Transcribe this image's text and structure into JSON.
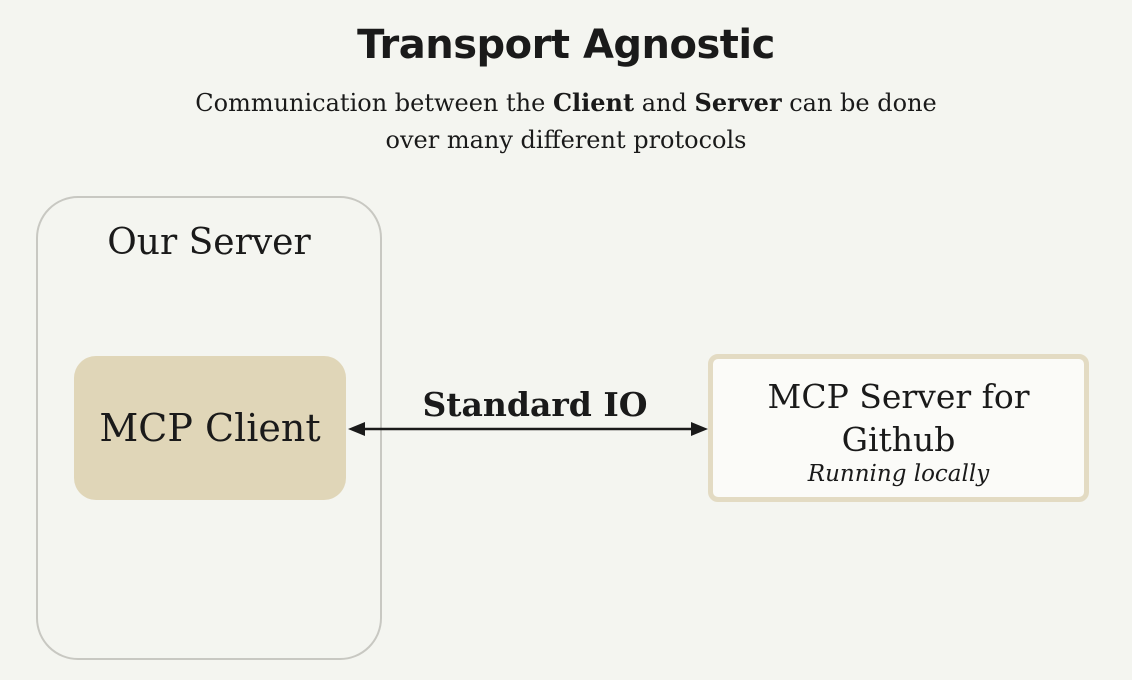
{
  "header": {
    "title": "Transport Agnostic",
    "subtitle_line1_part1": "Communication between the ",
    "subtitle_client": "Client",
    "subtitle_line1_part2": " and ",
    "subtitle_server": "Server",
    "subtitle_line1_part3": " can be done",
    "subtitle_line2": "over many different protocols"
  },
  "diagram": {
    "container_label": "Our Server",
    "client_label": "MCP Client",
    "server_label": "MCP Server for\nGithub",
    "server_note": "Running locally",
    "edge_label": "Standard IO",
    "edge_direction": "bidirectional"
  },
  "colors": {
    "background": "#f4f5f0",
    "client_fill": "#e0d6b8",
    "server_border": "#e3dbc3",
    "container_border": "#c8c8c2"
  }
}
